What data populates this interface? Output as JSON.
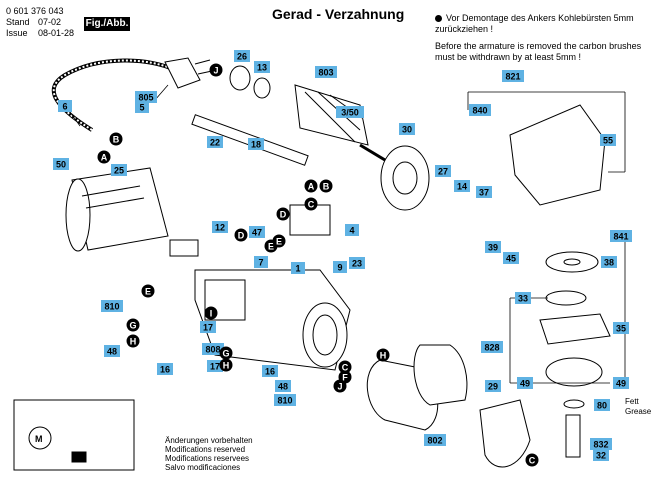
{
  "header": {
    "doc_number": "0 601 376 043",
    "stand_label": "Stand",
    "stand_date": "07-02",
    "issue_label": "Issue",
    "issue_date": "08-01-28",
    "fig_label": "Fig./Abb. 1",
    "title": "Gerad - Verzahnung"
  },
  "note": {
    "de": "Vor Demontage des Ankers Kohlebürsten 5mm zurückziehen !",
    "en": "Before the armature is removed the carbon brushes must be withdrawn by at least 5mm !"
  },
  "grease": {
    "de": "Fett",
    "en": "Grease"
  },
  "footer": {
    "lines": [
      "Änderungen vorbehalten",
      "Modifications reserved",
      "Modifications reservees",
      "Salvo modificaciones"
    ]
  },
  "part_numbers": [
    "6",
    "5",
    "805",
    "26",
    "13",
    "803",
    "3/50",
    "18",
    "22",
    "30",
    "50",
    "25",
    "47",
    "4",
    "27",
    "14",
    "37",
    "12",
    "7",
    "39",
    "45",
    "1",
    "9",
    "23",
    "810",
    "17",
    "48",
    "16",
    "808",
    "17",
    "16",
    "48",
    "810",
    "33",
    "828",
    "35",
    "49",
    "49",
    "80",
    "832",
    "32",
    "821",
    "840",
    "55",
    "841",
    "38",
    "802",
    "29"
  ],
  "letter_markers": [
    "A",
    "B",
    "A",
    "B",
    "C",
    "D",
    "E",
    "D",
    "E",
    "C",
    "G",
    "H",
    "I",
    "G",
    "H",
    "E",
    "J",
    "C",
    "F",
    "H",
    "J"
  ]
}
